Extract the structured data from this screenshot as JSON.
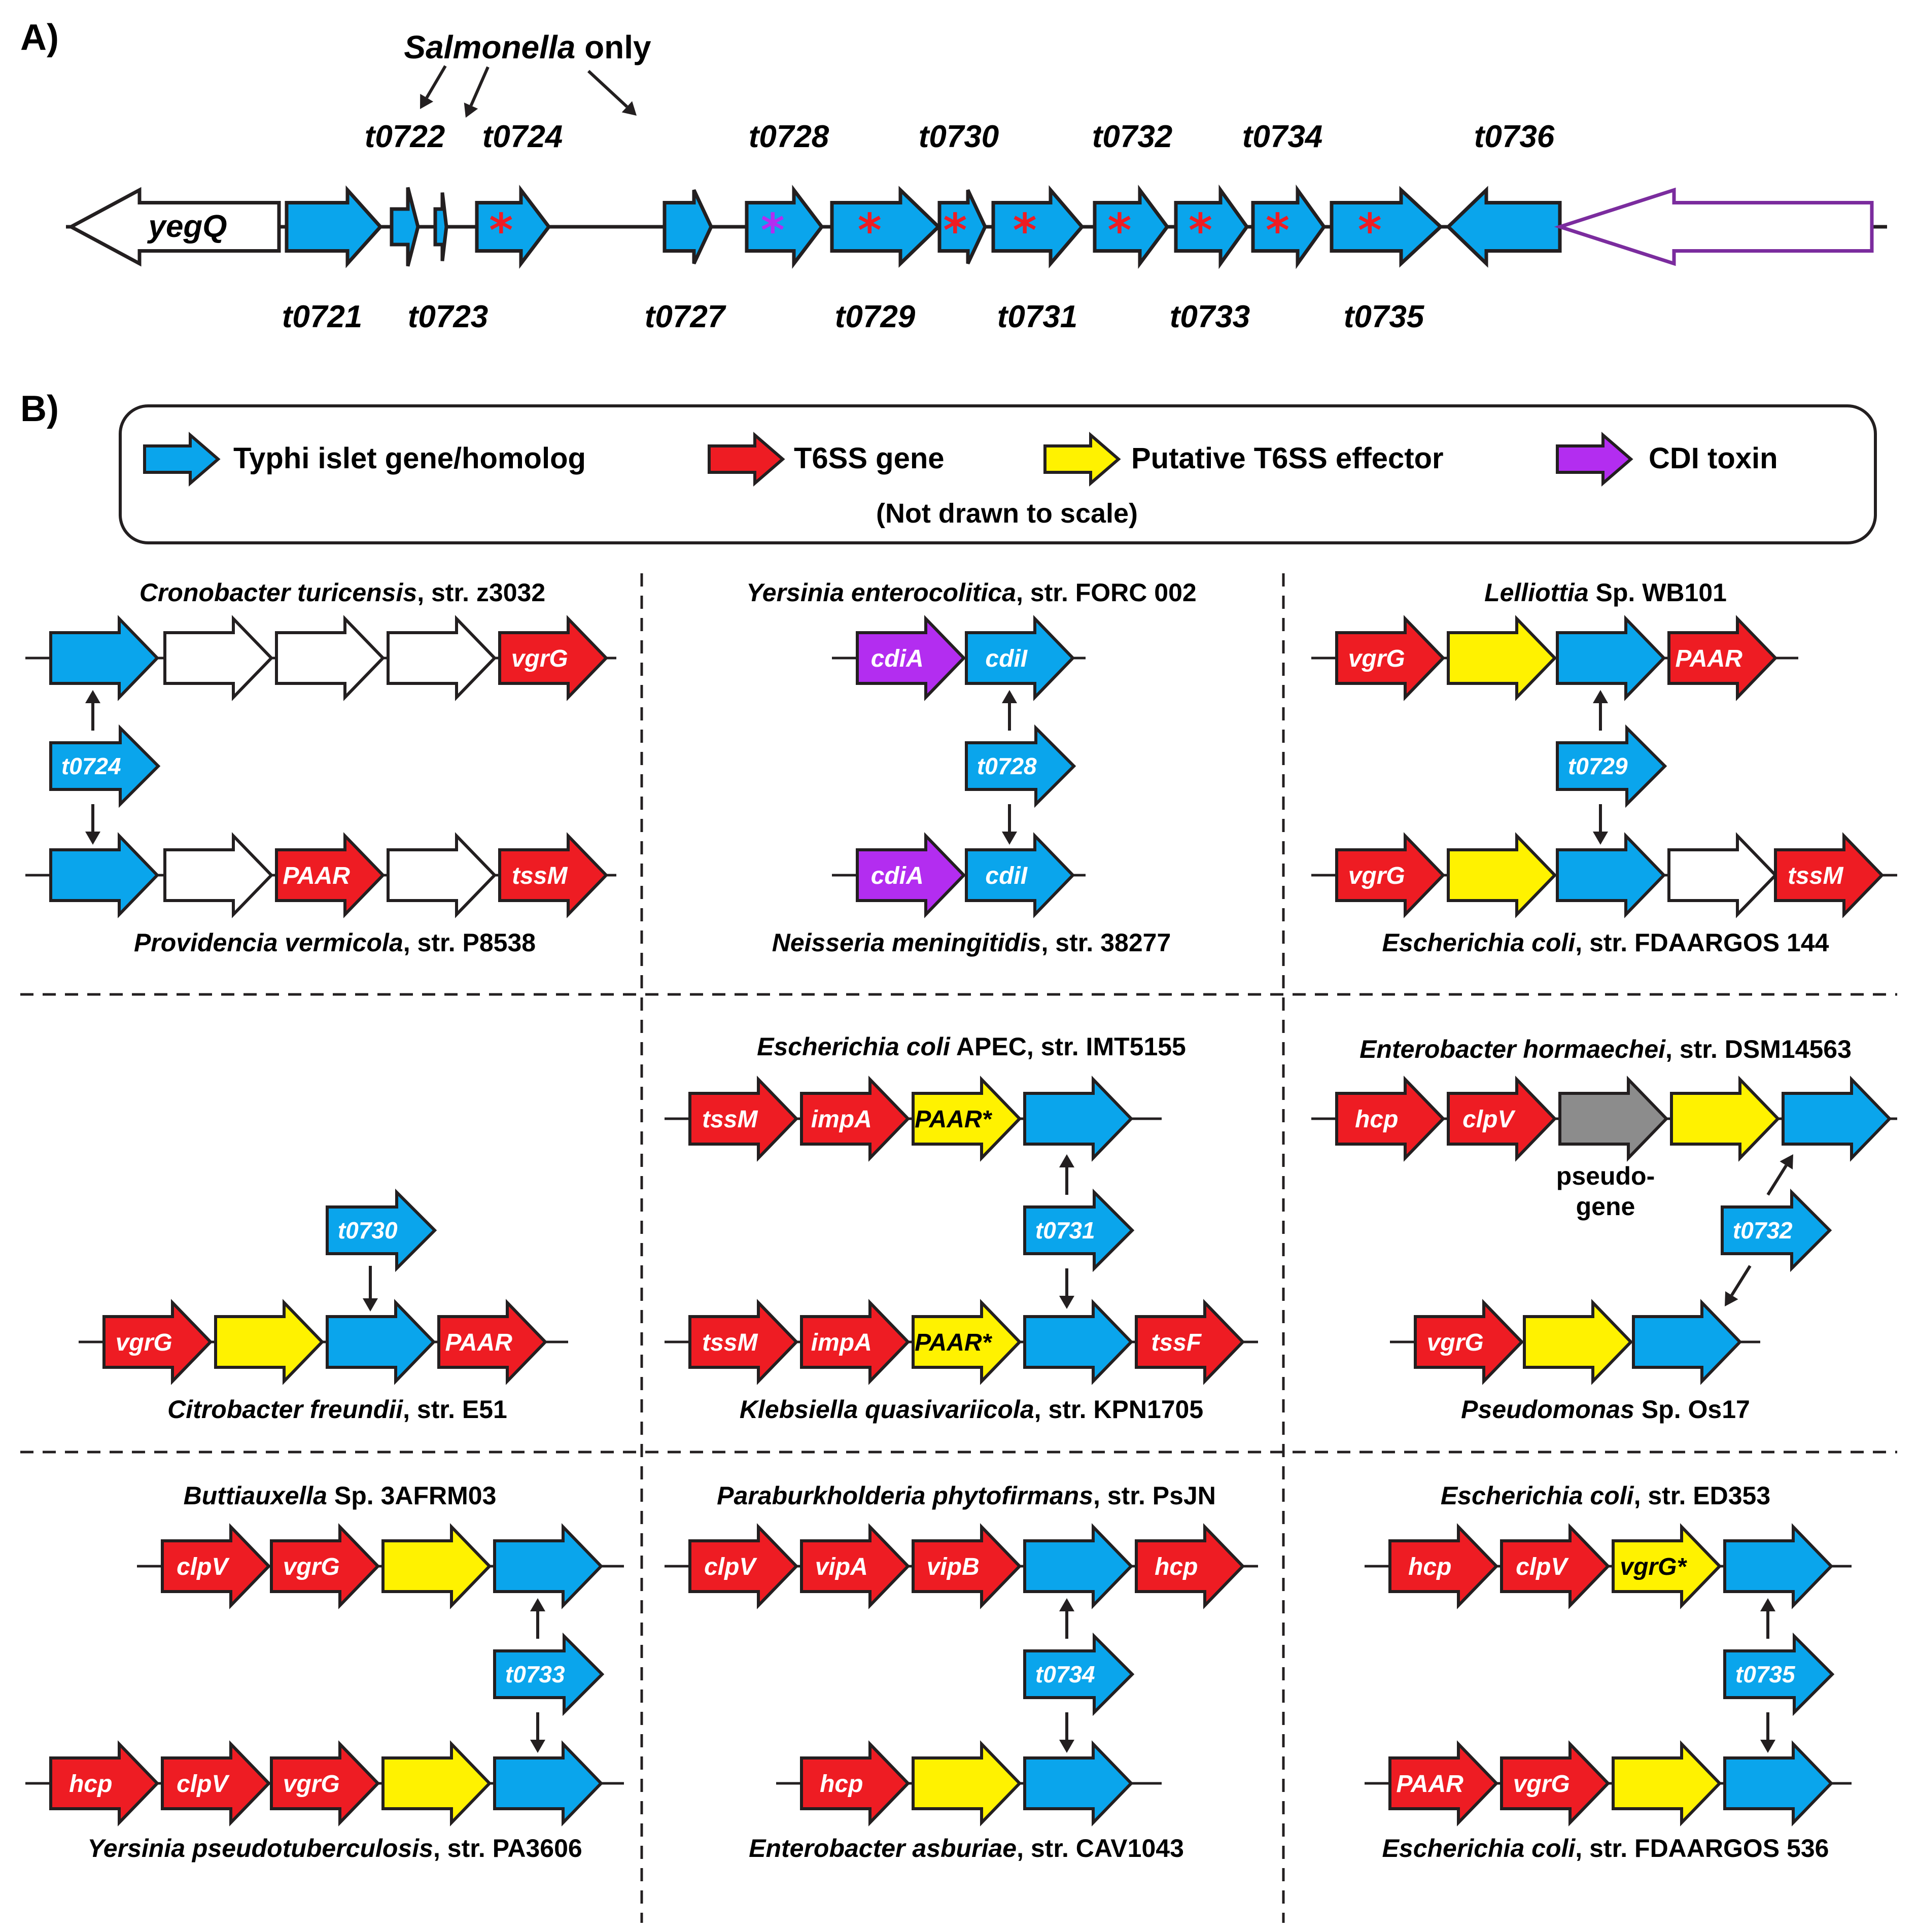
{
  "panel_a": {
    "label": "A)",
    "salmonella_note": {
      "italic": "Salmonella",
      "rest": " only"
    },
    "yegq": "yegQ",
    "genes": {
      "t0721": "t0721",
      "t0722": "t0722",
      "t0723": "t0723",
      "t0724": "t0724",
      "t0727": "t0727",
      "t0728": "t0728",
      "t0729": "t0729",
      "t0730": "t0730",
      "t0731": "t0731",
      "t0732": "t0732",
      "t0733": "t0733",
      "t0734": "t0734",
      "t0735": "t0735",
      "t0736": "t0736"
    },
    "star": "*"
  },
  "panel_b": {
    "label": "B)",
    "legend": {
      "items": [
        {
          "label": "Typhi islet gene/homolog",
          "color": "#0aa5ec"
        },
        {
          "label": "T6SS gene",
          "color": "#ee1c23"
        },
        {
          "label": "Putative T6SS effector",
          "color": "#fff200"
        },
        {
          "label": "CDI toxin",
          "color": "#b32df0"
        }
      ],
      "note": "(Not drawn to scale)"
    },
    "pseudogene_label": [
      "pseudo-",
      "gene"
    ],
    "organisms": {
      "c1t": {
        "italic": "Cronobacter turicensis",
        "rest": ", str. z3032"
      },
      "c1b": {
        "italic": "Providencia vermicola",
        "rest": ", str. P8538"
      },
      "c2t": {
        "italic": "Yersinia enterocolitica",
        "rest": ", str. FORC 002"
      },
      "c2b": {
        "italic": "Neisseria meningitidis",
        "rest": ", str. 38277"
      },
      "c3t": {
        "italic": "Lelliottia",
        "rest": " Sp. WB101"
      },
      "c3b": {
        "italic": "Escherichia coli",
        "rest": ", str. FDAARGOS 144"
      },
      "c4b": {
        "italic": "Citrobacter freundii",
        "rest": ", str. E51"
      },
      "c5t": {
        "italic": "Escherichia coli",
        "rest": " APEC, str. IMT5155"
      },
      "c5b": {
        "italic": "Klebsiella quasivariicola",
        "rest": ", str. KPN1705"
      },
      "c6t": {
        "italic": "Enterobacter hormaechei",
        "rest": ", str. DSM14563"
      },
      "c6b": {
        "italic": "Pseudomonas",
        "rest": " Sp. Os17"
      },
      "c7t": {
        "italic": "Buttiauxella",
        "rest": " Sp. 3AFRM03"
      },
      "c7b": {
        "italic": "Yersinia pseudotuberculosis",
        "rest": ", str. PA3606"
      },
      "c8t": {
        "italic": "Paraburkholderia phytofirmans",
        "rest": ", str. PsJN"
      },
      "c8b": {
        "italic": "Enterobacter asburiae",
        "rest": ", str. CAV1043"
      },
      "c9t": {
        "italic": "Escherichia coli",
        "rest": ", str. ED353"
      },
      "c9b": {
        "italic": "Escherichia coli",
        "rest": ", str. FDAARGOS 536"
      }
    },
    "gene_names": {
      "vgrG": "vgrG",
      "PAAR": "PAAR",
      "tssM": "tssM",
      "cdiA": "cdiA",
      "cdiI": "cdiI",
      "impA": "impA",
      "PAAR_star": "PAAR*",
      "tssF": "tssF",
      "hcp": "hcp",
      "clpV": "clpV",
      "vipA": "vipA",
      "vipB": "vipB",
      "vgrG_star": "vgrG*",
      "t0724": "t0724",
      "t0728": "t0728",
      "t0729": "t0729",
      "t0730": "t0730",
      "t0731": "t0731",
      "t0732": "t0732",
      "t0733": "t0733",
      "t0734": "t0734",
      "t0735": "t0735"
    }
  },
  "colors": {
    "islet": "#0aa5ec",
    "t6ss": "#ee1c23",
    "effector": "#fff200",
    "cdi": "#b32df0",
    "pseudogene": "#8c8c8c",
    "outline": "#231f20",
    "purple_outline": "#7b2c9e",
    "star_red": "#ee1c23",
    "star_purple": "#b32df0"
  }
}
